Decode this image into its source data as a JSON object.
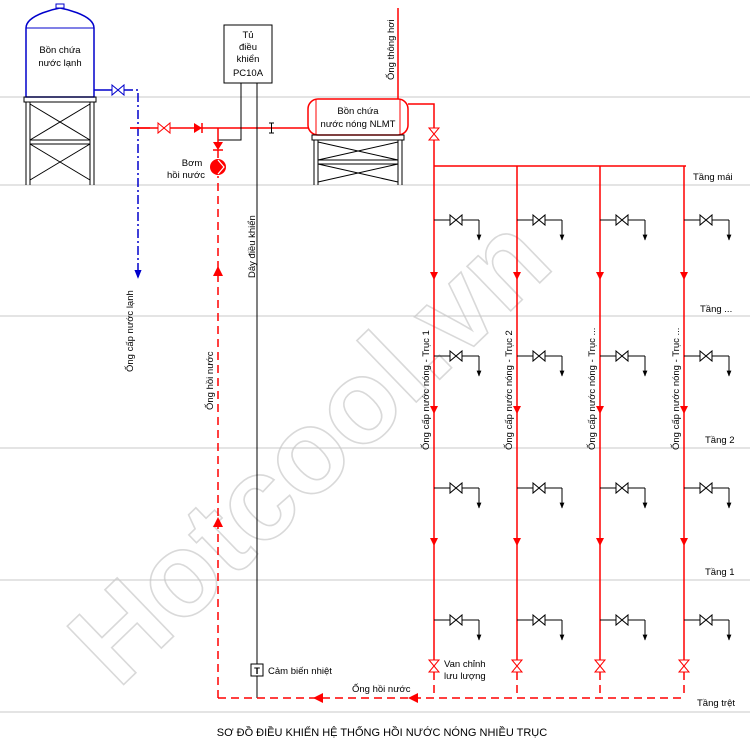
{
  "title": "SƠ ĐỒ ĐIỀU KHIỂN HỆ THỐNG HỒI NƯỚC NÓNG NHIỀU TRỤC",
  "watermark": "Hotcool.vn",
  "colors": {
    "hot": "#ff0000",
    "cold": "#0000cc",
    "line": "#000000",
    "floor": "#c8c8c8"
  },
  "cold_tank": {
    "line1": "Bồn chứa",
    "line2": "nước lạnh"
  },
  "hot_tank": {
    "line1": "Bồn chứa",
    "line2": "nước nóng NLMT"
  },
  "controller": {
    "line1": "Tủ",
    "line2": "điều",
    "line3": "khiển",
    "line4": "PC10A"
  },
  "pump": {
    "line1": "Bơm",
    "line2": "hồi nước"
  },
  "labels": {
    "vent_pipe": "Ống thông hơi",
    "cold_supply": "Ống cấp nước lạnh",
    "return_vertical": "Ống hồi nước",
    "control_wire": "Dây điều khiển",
    "temp_sensor": "Cảm biến nhiệt",
    "sensor_symbol": "T",
    "return_bottom": "Ống hồi nước",
    "balance_valve_line1": "Van chỉnh",
    "balance_valve_line2": "lưu lượng"
  },
  "risers": [
    "Ống cấp nước nóng - Trục 1",
    "Ống cấp nước nóng - Trục 2",
    "Ống cấp nước nóng - Trục ...",
    "Ống cấp nước nóng - Trục ..."
  ],
  "floors": [
    "Tầng mái",
    "Tầng ...",
    "Tầng 2",
    "Tầng 1",
    "Tầng trệt"
  ]
}
